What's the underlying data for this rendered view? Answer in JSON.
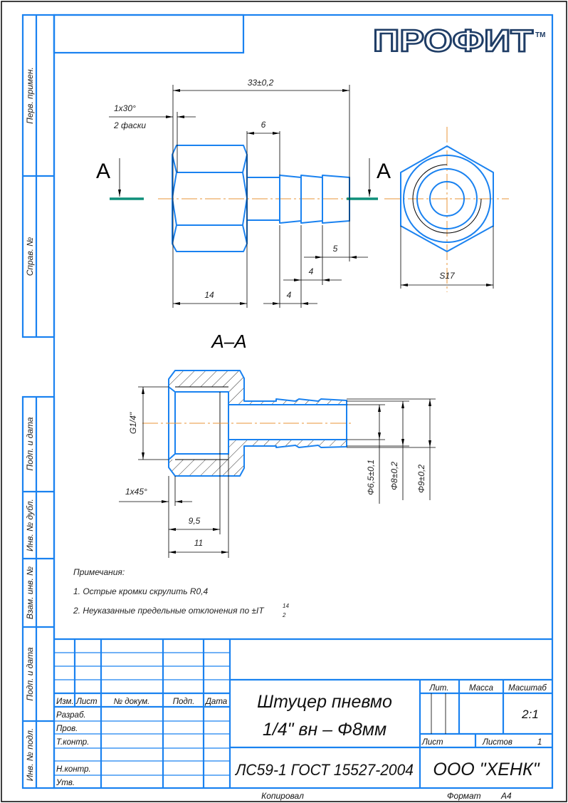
{
  "logo": {
    "text": "ПРОФИТ",
    "tm": "TM"
  },
  "side_labels": {
    "perv_primen": "Перв. примен.",
    "sprav_no": "Справ. №",
    "podp_data_1": "Подп. и дата",
    "inv_dubl": "Инв. № дубл.",
    "vzam_inv": "Взам. инв. №",
    "podp_data_2": "Подп. и дата",
    "inv_podl": "Инв. № подл."
  },
  "front_view": {
    "section_letter_left": "A",
    "section_letter_right": "A",
    "dim_total": "33±0,2",
    "chamfer_top": "1x30°",
    "chamfer_bottom": "2 фаски",
    "dim_neck": "6",
    "dim_hex": "14",
    "dim_barb1": "4",
    "dim_barb2": "4",
    "dim_barb3": "5"
  },
  "end_view": {
    "dim_across_flats": "S17"
  },
  "section_view": {
    "title": "A–A",
    "dim_thread": "G1/4\"",
    "dim_chamfer": "1x45°",
    "dim_depth1": "9,5",
    "dim_depth2": "11",
    "dim_d1": "Φ6,5±0,1",
    "dim_d2": "Φ8±0,2",
    "dim_d3": "Φ9±0,2"
  },
  "notes": {
    "heading": "Примечания:",
    "items": [
      "1. Острые кромки скрулить R0,4",
      "2. Неуказанные предельные отклонения по ±IT"
    ],
    "frac_top": "14",
    "frac_bottom": "2"
  },
  "title_block": {
    "headers": {
      "izm": "Изм.",
      "list": "Лист",
      "doc_no": "№ докум.",
      "podp": "Подп.",
      "data": "Дата"
    },
    "roles": {
      "razrab": "Разраб.",
      "prov": "Пров.",
      "tkontr": "Т.контр.",
      "nkontr": "Н.контр.",
      "utv": "Утв."
    },
    "name_line1": "Штуцер пневмо",
    "name_line2": "1/4\" вн – Φ8мм",
    "material": "ЛС59-1 ГОСТ 15527-2004",
    "lit_label": "Лит.",
    "mass_label": "Масса",
    "scale_label": "Масштаб",
    "scale_value": "2:1",
    "sheet_label": "Лист",
    "sheets_label": "Листов",
    "sheets_value": "1",
    "company": "ООО \"ХЕНК\""
  },
  "footer": {
    "copied": "Копировал",
    "format_label": "Формат",
    "format_value": "A4"
  },
  "colors": {
    "outline": "#1a82f0",
    "centerline": "#e8963a",
    "section_line": "#0f8f7a",
    "logo": "#1f3d66"
  }
}
